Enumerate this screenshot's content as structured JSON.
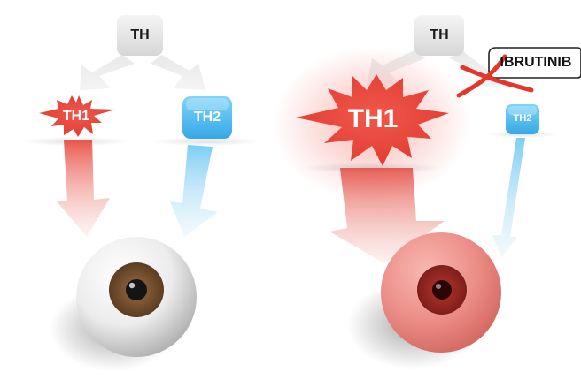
{
  "panels": {
    "left": {
      "parent": "TH",
      "th1": "TH1",
      "th2": "TH2"
    },
    "right": {
      "parent": "TH",
      "th1": "TH1",
      "th2": "TH2",
      "drug": "IBRUTINIB"
    }
  },
  "colors": {
    "th1_red": "#e8453a",
    "th2_blue": "#3fb6ef",
    "parent_grey": "#e4e4e4",
    "iris_brown": "#7a5232",
    "inflamed_eye": "#e98b86",
    "cross_red": "#e4362b"
  },
  "icons": {
    "inhibition": "red-x-cross-icon",
    "healthy_eye": "white-eye-icon",
    "inflamed_eye": "red-eye-icon"
  }
}
